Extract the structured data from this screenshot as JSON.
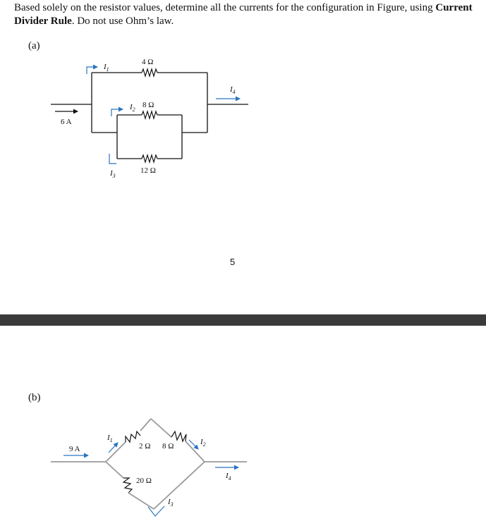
{
  "problem": {
    "text_before": "Based solely on the resistor values, determine all the currents for the configuration in Figure, using ",
    "bold_text": "Current Divider Rule",
    "text_after": ". Do not use Ohm’s law."
  },
  "figure_a": {
    "label": "(a)",
    "source_current": "6 A",
    "resistors": {
      "r1": "4 Ω",
      "r2": "8 Ω",
      "r3": "12 Ω"
    },
    "currents": {
      "i1": "I",
      "i1_sub": "1",
      "i2": "I",
      "i2_sub": "2",
      "i3": "I",
      "i3_sub": "3",
      "i4": "I",
      "i4_sub": "4"
    }
  },
  "page_number": "5",
  "figure_b": {
    "label": "(b)",
    "source_current": "9 A",
    "resistors": {
      "r1": "2 Ω",
      "r2": "8 Ω",
      "r3": "20 Ω"
    },
    "currents": {
      "i1": "I",
      "i1_sub": "1",
      "i2": "I",
      "i2_sub": "2",
      "i3": "I",
      "i3_sub": "3",
      "i4": "I",
      "i4_sub": "4"
    }
  },
  "colors": {
    "arrow": "#2b74c0",
    "separator": "#3a3a3a"
  }
}
